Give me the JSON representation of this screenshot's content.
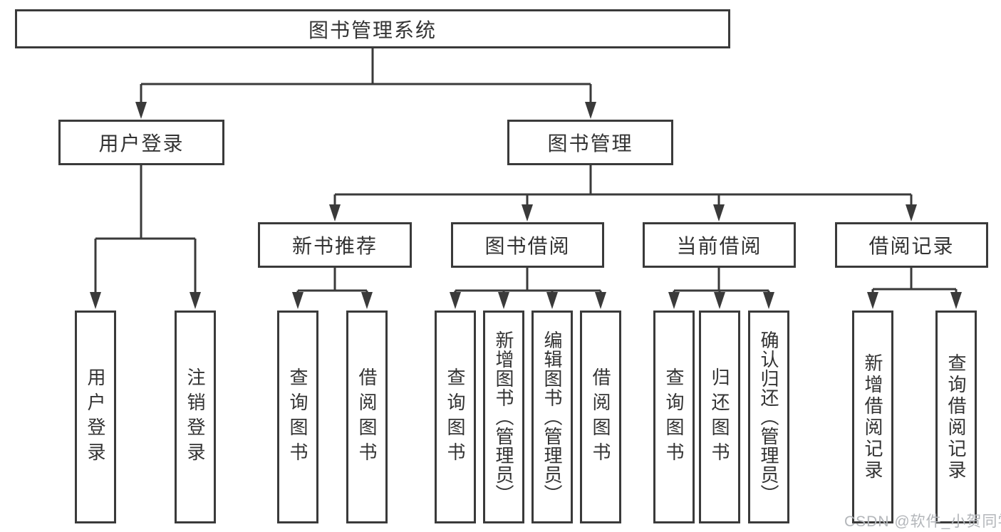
{
  "colors": {
    "line": "#3a3a3a",
    "text": "#333333",
    "wm": "#b3b6ba",
    "bg": "#ffffff"
  },
  "watermark": {
    "text": "CSDN @软件_小贺同学"
  },
  "tree": {
    "root": "图书管理系统",
    "children": [
      {
        "label": "用户登录",
        "children": [
          {
            "label": "用户登录"
          },
          {
            "label": "注销登录"
          }
        ]
      },
      {
        "label": "图书管理",
        "children": [
          {
            "label": "新书推荐",
            "children": [
              {
                "label": "查询图书"
              },
              {
                "label": "借阅图书"
              }
            ]
          },
          {
            "label": "图书借阅",
            "children": [
              {
                "label": "查询图书"
              },
              {
                "label": "新增图书（管理员）"
              },
              {
                "label": "编辑图书（管理员）"
              },
              {
                "label": "借阅图书"
              }
            ]
          },
          {
            "label": "当前借阅",
            "children": [
              {
                "label": "查询图书"
              },
              {
                "label": "归还图书"
              },
              {
                "label": "确认归还（管理员）"
              }
            ]
          },
          {
            "label": "借阅记录",
            "children": [
              {
                "label": "新增借阅记录"
              },
              {
                "label": "查询借阅记录"
              }
            ]
          }
        ]
      }
    ]
  }
}
